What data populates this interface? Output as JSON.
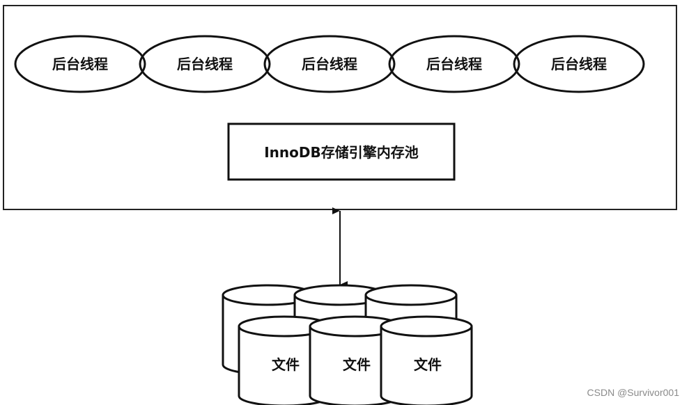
{
  "diagram": {
    "title": "InnoDB architecture",
    "background_threads": [
      {
        "label": "后台线程"
      },
      {
        "label": "后台线程"
      },
      {
        "label": "后台线程"
      },
      {
        "label": "后台线程"
      },
      {
        "label": "后台线程"
      }
    ],
    "memory_pool": {
      "label": "InnoDB存储引擎内存池"
    },
    "connection": {
      "type": "bidirectional-arrow",
      "from": "memory_pool",
      "to": "files"
    },
    "files": {
      "back_row": [
        {
          "label": ""
        },
        {
          "label": ""
        },
        {
          "label": ""
        }
      ],
      "front_row": [
        {
          "label": "文件"
        },
        {
          "label": "文件"
        },
        {
          "label": "文件"
        }
      ]
    },
    "colors": {
      "stroke": "#111111",
      "fill": "#ffffff",
      "text": "#111111",
      "watermark": "#8a8a8a"
    }
  },
  "watermark": {
    "text": "CSDN @Survivor001"
  }
}
